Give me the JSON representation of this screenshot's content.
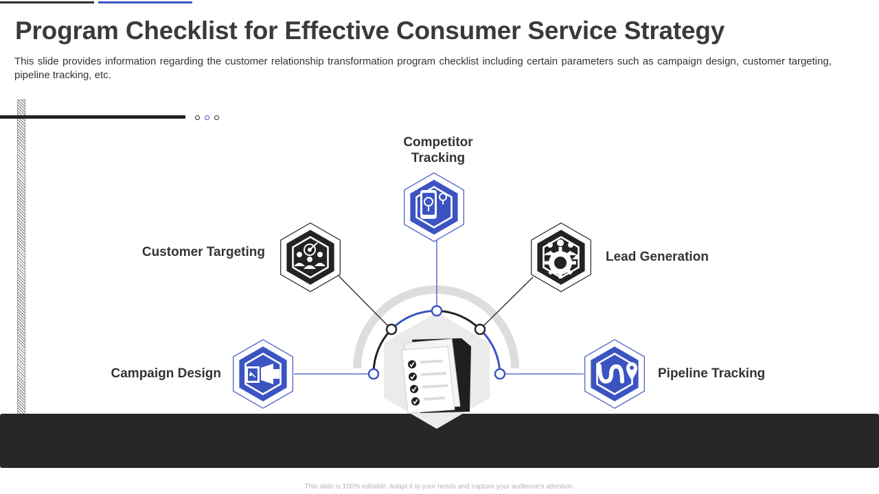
{
  "slide": {
    "title": "Program Checklist for Effective Consumer Service Strategy",
    "description": "This slide provides information regarding the customer relationship transformation program checklist including certain parameters such as campaign design, customer targeting, pipeline tracking, etc.",
    "footer": "This slide is 100% editable. Adapt it to your needs and capture your audience's attention."
  },
  "checklist": {
    "items": [
      {
        "label": "Competitor\nTracking",
        "icon": "mobile-search-icon",
        "color": "#3b54c2"
      },
      {
        "label": "Customer Targeting",
        "icon": "target-audience-icon",
        "color": "#232323"
      },
      {
        "label": "Lead Generation",
        "icon": "team-gear-icon",
        "color": "#232323"
      },
      {
        "label": "Campaign Design",
        "icon": "megaphone-icon",
        "color": "#3b54c2"
      },
      {
        "label": "Pipeline Tracking",
        "icon": "route-pin-icon",
        "color": "#3b54c2"
      }
    ],
    "center_icon": "checklist-document-icon"
  },
  "colors": {
    "accent_blue": "#3b54c2",
    "dark": "#232323",
    "band": "#272727"
  }
}
